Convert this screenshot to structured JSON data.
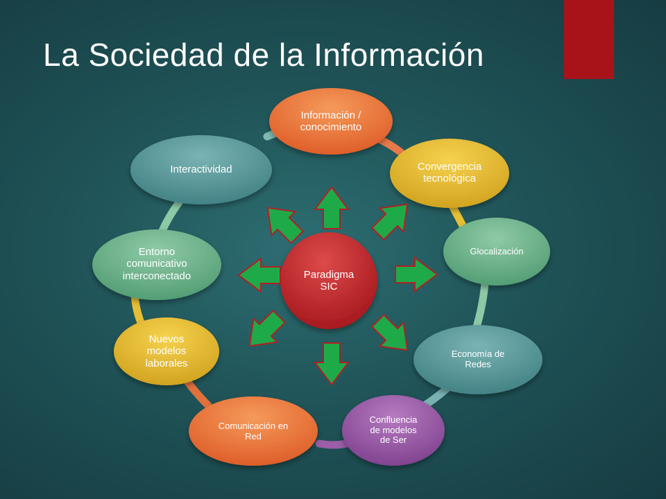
{
  "slide": {
    "title": "La Sociedad de la Información"
  },
  "colors": {
    "accent_red": "#a8131a",
    "arrow_green": "#1faa4a",
    "arrow_outline": "#b21f24"
  },
  "center": {
    "label": "Paradigma\nSIC"
  },
  "nodes": [
    {
      "id": "informacion",
      "label": "Información /\nconocimiento",
      "color": "orange"
    },
    {
      "id": "convergencia",
      "label": "Convergencia\ntecnológica",
      "color": "gold"
    },
    {
      "id": "glocalizacion",
      "label": "Glocalización",
      "color": "green"
    },
    {
      "id": "economia",
      "label": "Economía de\nRedes",
      "color": "teal"
    },
    {
      "id": "confluencia",
      "label": "Confluencia\nde modelos\nde Ser",
      "color": "purple"
    },
    {
      "id": "comunicacion",
      "label": "Comunicación en\nRed",
      "color": "orange"
    },
    {
      "id": "nuevos",
      "label": "Nuevos\nmodelos\nlaborales",
      "color": "gold"
    },
    {
      "id": "entorno",
      "label": "Entorno\ncomunicativo\ninterconectado",
      "color": "green"
    },
    {
      "id": "interactividad",
      "label": "Interactividad",
      "color": "teal"
    }
  ]
}
